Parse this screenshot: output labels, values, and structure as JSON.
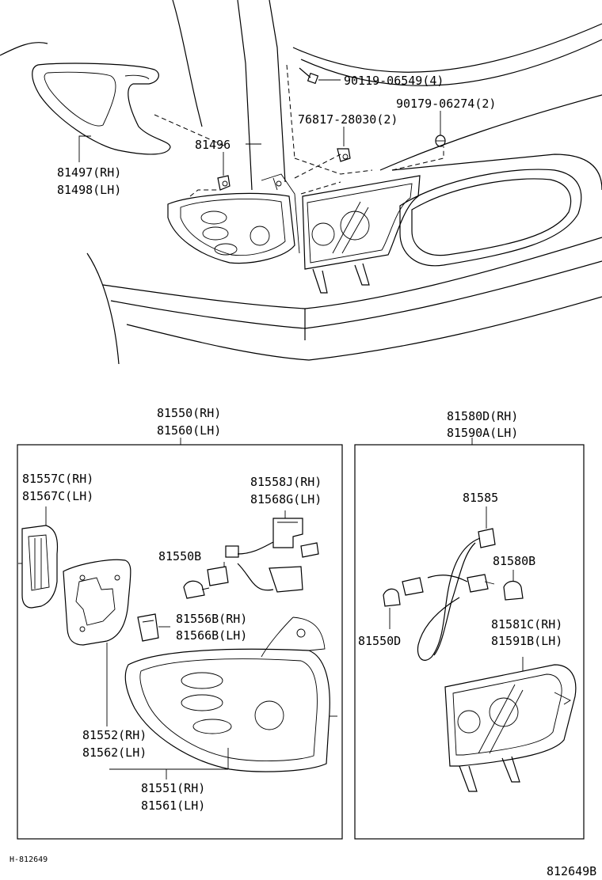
{
  "labels": {
    "bolt": "90119-06549(4)",
    "nut": "90179-06274(2)",
    "clip": "76817-28030(2)",
    "p81496": "81496",
    "garnish_rh": "81497(RH)",
    "garnish_lh": "81498(LH)",
    "lamp_assy_rh": "81550(RH)",
    "lamp_assy_lh": "81560(LH)",
    "lamp_assy2_rh": "81580D(RH)",
    "lamp_assy2_lh": "81590A(LH)",
    "p81557c": "81557C(RH)",
    "p81567c": "81567C(LH)",
    "p81558j": "81558J(RH)",
    "p81568g": "81568G(LH)",
    "p81550b": "81550B",
    "p81556b": "81556B(RH)",
    "p81566b": "81566B(LH)",
    "p81552": "81552(RH)",
    "p81562": "81562(LH)",
    "p81551": "81551(RH)",
    "p81561": "81561(LH)",
    "p81585": "81585",
    "p81580b": "81580B",
    "p81550d": "81550D",
    "p81581c": "81581C(RH)",
    "p81591b": "81591B(LH)"
  },
  "footer": {
    "left_code": "H-812649",
    "right_code": "812649B"
  }
}
